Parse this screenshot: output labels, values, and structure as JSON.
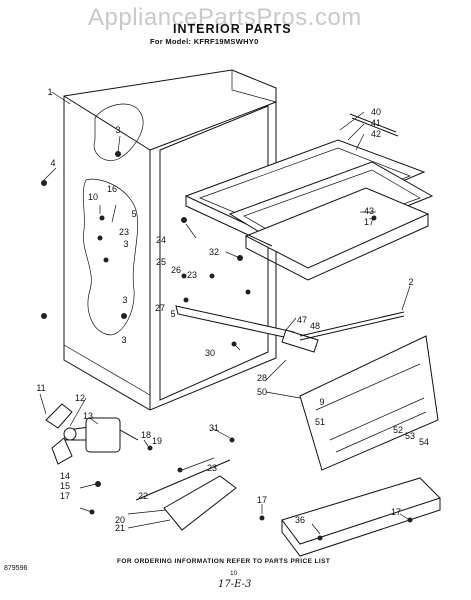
{
  "watermark": "AppliancePartsPros.com",
  "title": "INTERIOR PARTS",
  "model_line": "For Model: KFRF19MSWHY0",
  "callouts": [
    "1",
    "3",
    "4",
    "10",
    "16",
    "5",
    "23",
    "3",
    "3",
    "3",
    "40",
    "41",
    "42",
    "43",
    "17",
    "24",
    "32",
    "25",
    "26",
    "23",
    "27",
    "5",
    "2",
    "47",
    "48",
    "30",
    "28",
    "50",
    "11",
    "12",
    "13",
    "18",
    "19",
    "31",
    "23",
    "14",
    "15",
    "17",
    "22",
    "20",
    "21",
    "17",
    "9",
    "51",
    "52",
    "53",
    "54",
    "36",
    "17"
  ],
  "footer": "FOR ORDERING INFORMATION REFER TO PARTS PRICE LIST",
  "doc_number": "879596",
  "page_number": "10",
  "handwritten_note": "17-E-3"
}
